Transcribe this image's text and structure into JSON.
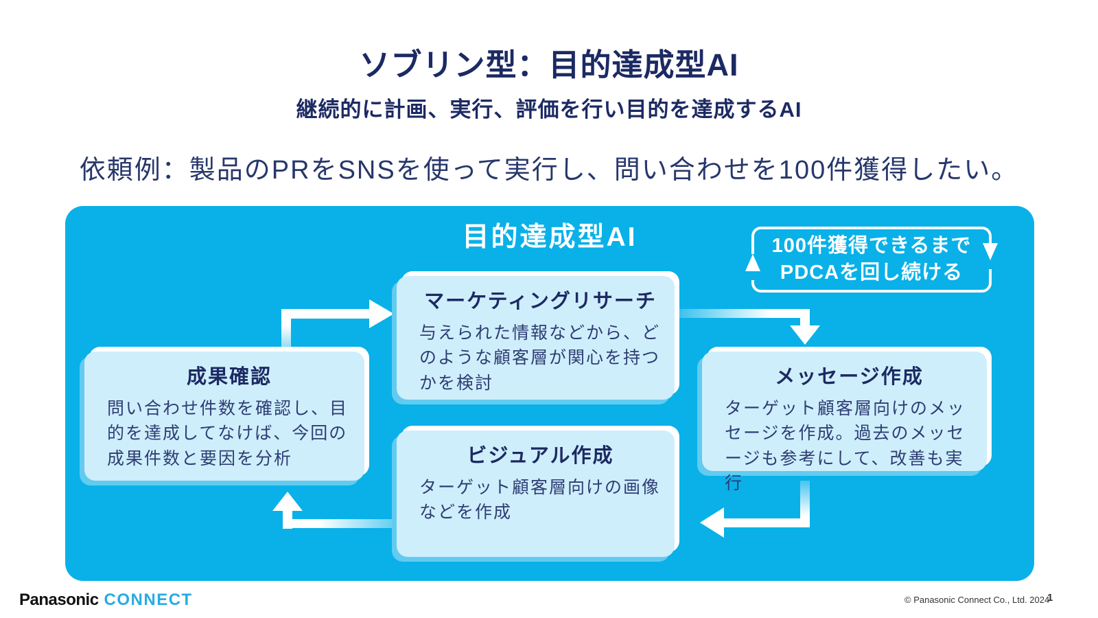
{
  "slide": {
    "title": "ソブリン型：目的達成型AI",
    "subtitle": "継続的に計画、実行、評価を行い目的を達成するAI",
    "request_example": "依頼例：製品のPRをSNSを使って実行し、問い合わせを100件獲得したい。"
  },
  "diagram": {
    "panel_title": "目的達成型AI",
    "loop_note": {
      "line1": "100件獲得できるまで",
      "line2": "PDCAを回し続ける"
    },
    "boxes": [
      {
        "id": "marketing-research",
        "title": "マーケティングリサーチ",
        "body": "与えられた情報などから、どのような顧客層が関心を持つかを検討"
      },
      {
        "id": "message-creation",
        "title": "メッセージ作成",
        "body": "ターゲット顧客層向けのメッセージを作成。過去のメッセージも参考にして、改善も実行"
      },
      {
        "id": "visual-creation",
        "title": "ビジュアル作成",
        "body": "ターゲット顧客層向けの画像などを作成"
      },
      {
        "id": "result-check",
        "title": "成果確認",
        "body": "問い合わせ件数を確認し、目的を達成してなけば、今回の成果件数と要因を分析"
      }
    ]
  },
  "footer": {
    "logo_primary": "Panasonic",
    "logo_secondary": "CONNECT",
    "copyright": "© Panasonic Connect Co., Ltd. 2024",
    "page_number": "1"
  },
  "colors": {
    "panel_blue": "#09b1e8",
    "heading_navy": "#1c2a63",
    "body_navy": "#2e3d74",
    "logo_blue": "#29abe2"
  }
}
